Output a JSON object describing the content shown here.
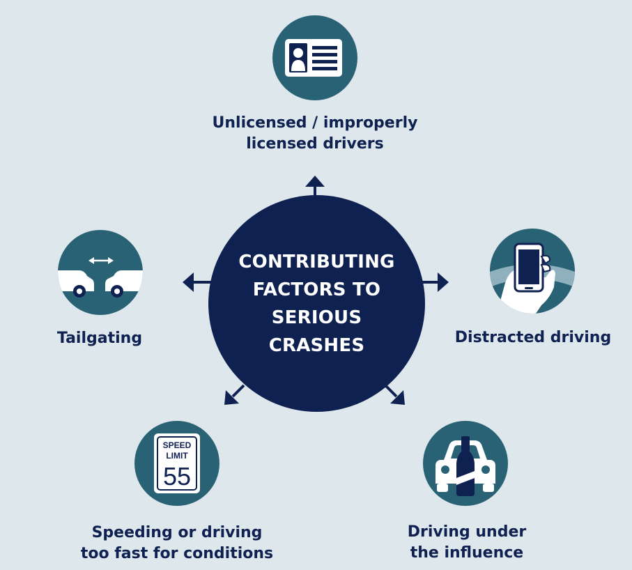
{
  "center": {
    "title": "CONTRIBUTING FACTORS TO SERIOUS CRASHES"
  },
  "factors": {
    "unlicensed": {
      "label_line1": "Unlicensed / improperly",
      "label_line2": "licensed drivers",
      "icon": "license-card-icon"
    },
    "tailgating": {
      "label": "Tailgating",
      "icon": "tailgating-cars-icon"
    },
    "distracted": {
      "label": "Distracted driving",
      "icon": "phone-in-hand-icon"
    },
    "speeding": {
      "label_line1": "Speeding or driving",
      "label_line2": "too fast for conditions",
      "icon": "speed-limit-sign-icon",
      "sign_line1": "SPEED",
      "sign_line2": "LIMIT",
      "sign_number": "55"
    },
    "dui": {
      "label_line1": "Driving under",
      "label_line2": "the influence",
      "icon": "car-bottle-icon"
    }
  },
  "colors": {
    "background": "#dde7ec",
    "navy": "#0f2150",
    "teal": "#2a6275"
  }
}
